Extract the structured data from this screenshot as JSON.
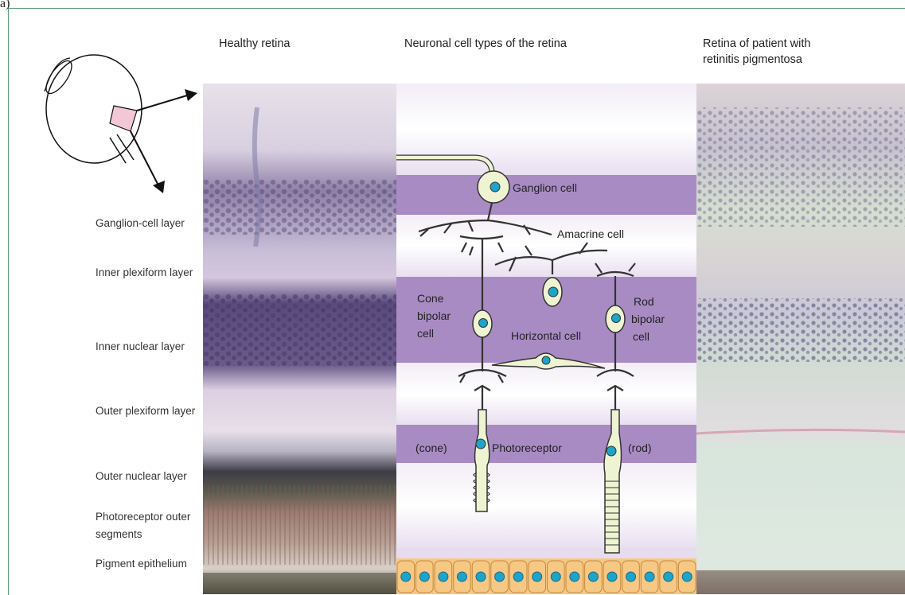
{
  "corner_mark": "a)",
  "headings": {
    "healthy": "Healthy retina",
    "neuronal": "Neuronal cell types of the retina",
    "patient_line1": "Retina of patient with",
    "patient_line2": "retinitis pigmentosa"
  },
  "layers": [
    "Ganglion-cell layer",
    "Inner plexiform layer",
    "Inner nuclear layer",
    "Outer plexiform layer",
    "Outer nuclear layer",
    "Photoreceptor outer",
    "segments",
    "Pigment epithelium"
  ],
  "cell_labels": {
    "ganglion": "Ganglion cell",
    "amacrine": "Amacrine cell",
    "cone_bipolar": [
      "Cone",
      "bipolar",
      "cell"
    ],
    "rod_bipolar": [
      "Rod",
      "bipolar",
      "cell"
    ],
    "horizontal": "Horizontal cell",
    "cone": "(cone)",
    "photoreceptor": "Photoreceptor",
    "rod": "(rod)"
  },
  "colors": {
    "band_dark": "#a98bc4",
    "band_light": "#eee6f3",
    "cell_fill": "#eef4d2",
    "nucleus": "#1ea4c8",
    "epithelium": "#f6c884",
    "frame": "#5a9a78"
  }
}
